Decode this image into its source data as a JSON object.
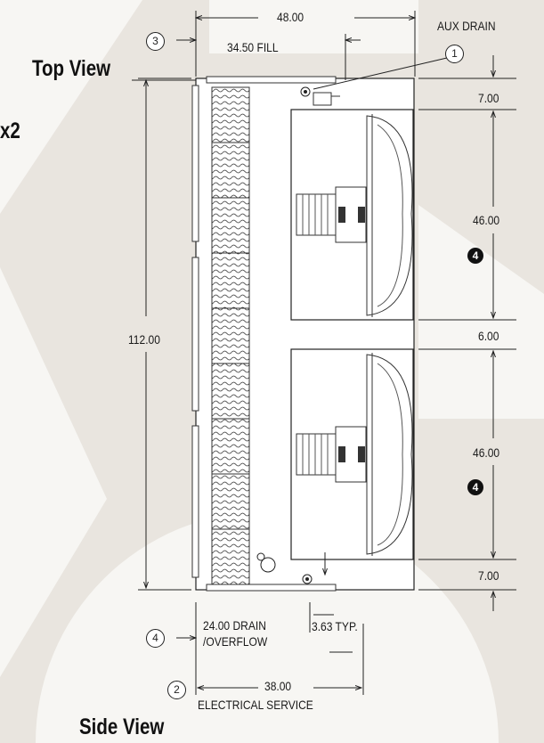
{
  "titles": {
    "top_view": "Top View",
    "side_view": "Side View",
    "qty": "x2"
  },
  "dims": {
    "width_48": "48.00",
    "fill": "34.50 FILL",
    "aux_drain": "AUX DRAIN",
    "length_112": "112.00",
    "d7_top": "7.00",
    "d46_top": "46.00",
    "d6": "6.00",
    "d46_bottom": "46.00",
    "d7_bottom": "7.00",
    "drain": "24.00 DRAIN",
    "overflow": "/OVERFLOW",
    "typ": "3.63 TYP.",
    "d38": "38.00",
    "electrical": "ELECTRICAL SERVICE"
  },
  "callouts": {
    "c1": "1",
    "c2": "2",
    "c3": "3",
    "c4": "4",
    "fan_tag": "4"
  },
  "colors": {
    "background": "#e9e5df",
    "light_shape": "#f7f6f3",
    "line": "#222222",
    "fill_media": "#ffffff"
  }
}
